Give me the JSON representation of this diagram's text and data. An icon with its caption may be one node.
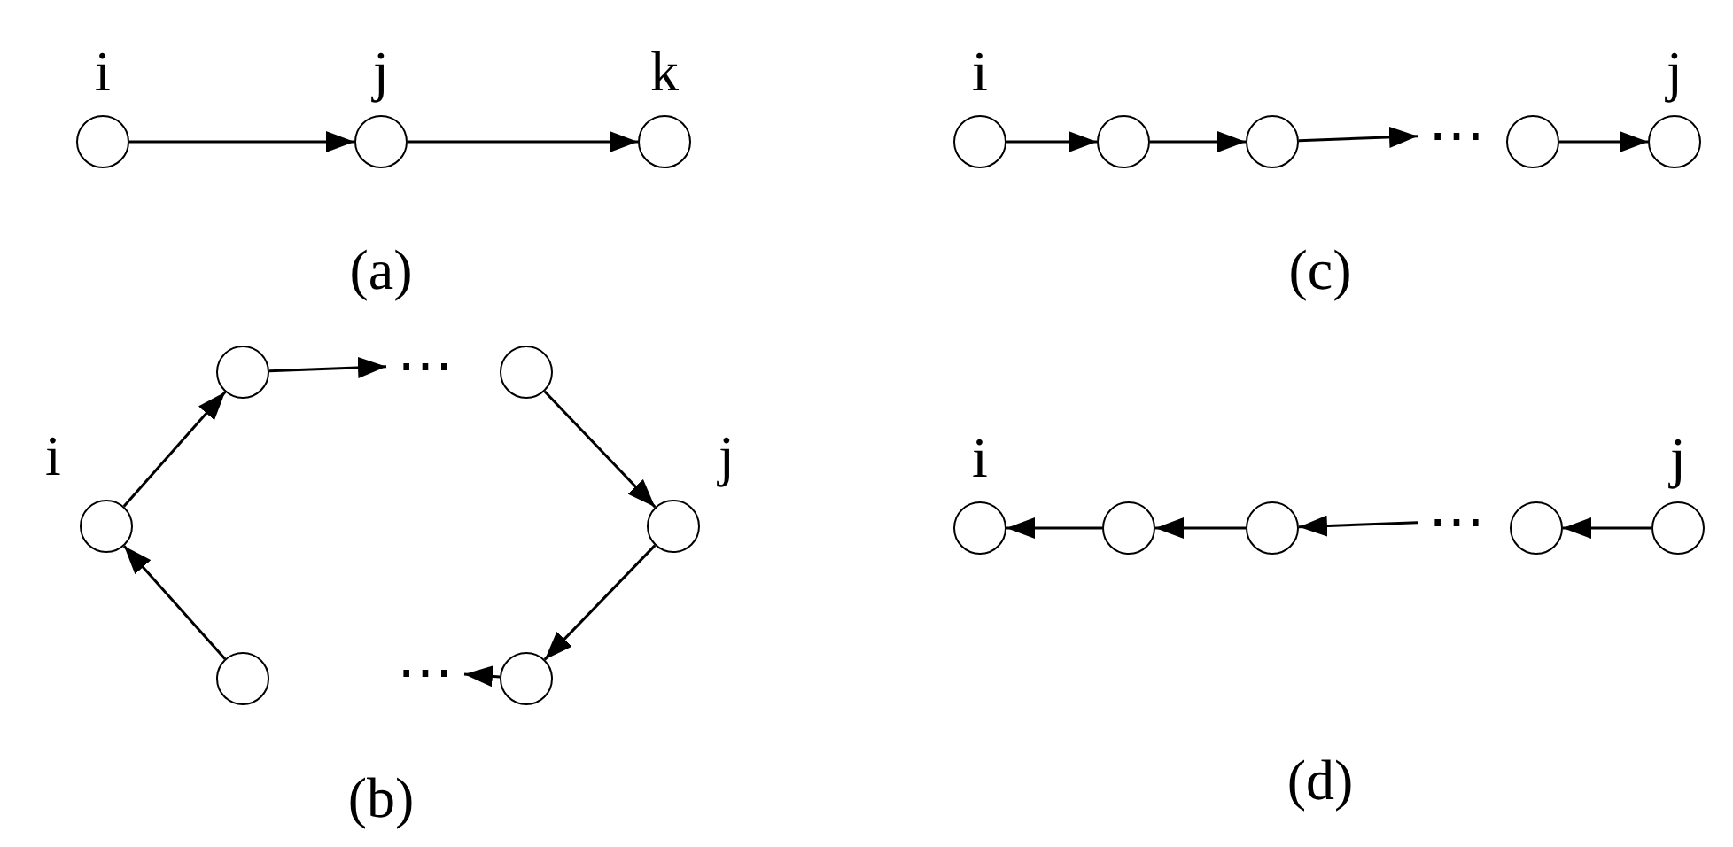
{
  "diagram": {
    "nodes": [
      {
        "text": [],
        "shape": "circle",
        "beside": [
          "i"
        ]
      },
      {
        "text": [],
        "shape": "circle",
        "beside": [
          "j"
        ]
      },
      {
        "text": [],
        "shape": "circle",
        "beside": [
          "k"
        ]
      },
      {
        "text": [],
        "shape": "circle",
        "beside": [
          "i"
        ]
      },
      {
        "text": [],
        "shape": "circle"
      },
      {
        "text": [],
        "shape": "circle"
      },
      {
        "text": [
          "⋯"
        ]
      },
      {
        "text": [],
        "shape": "circle"
      },
      {
        "text": [],
        "shape": "circle",
        "beside": [
          "j"
        ]
      },
      {
        "text": [],
        "shape": "circle"
      },
      {
        "text": [
          "⋯"
        ]
      },
      {
        "text": [],
        "shape": "circle"
      },
      {
        "text": [],
        "shape": "circle",
        "beside": [
          "i"
        ]
      },
      {
        "text": [],
        "shape": "circle",
        "beside": [
          "j"
        ]
      },
      {
        "text": [],
        "shape": "circle"
      },
      {
        "text": [
          "⋯"
        ]
      },
      {
        "text": [],
        "shape": "circle"
      },
      {
        "text": [],
        "shape": "circle",
        "beside": [
          "i"
        ]
      },
      {
        "text": [],
        "shape": "circle"
      },
      {
        "text": [],
        "shape": "circle"
      },
      {
        "text": [
          "⋯"
        ]
      },
      {
        "text": [],
        "shape": "circle"
      },
      {
        "text": [],
        "shape": "circle",
        "beside": [
          "j"
        ]
      }
    ],
    "edges": [
      {
        "from": 0,
        "to": 1,
        "arrow": "to"
      },
      {
        "from": 1,
        "to": 2,
        "arrow": "to"
      },
      {
        "from": 3,
        "to": 4,
        "arrow": "to"
      },
      {
        "from": 4,
        "to": 5,
        "arrow": "to"
      },
      {
        "from": 5,
        "to": 6,
        "arrow": "to"
      },
      {
        "from": 7,
        "to": 8,
        "arrow": "to"
      },
      {
        "from": 12,
        "to": 9,
        "arrow": "to"
      },
      {
        "from": 9,
        "to": 10,
        "arrow": "to"
      },
      {
        "from": 11,
        "to": 13,
        "arrow": "to"
      },
      {
        "from": 13,
        "to": 16,
        "arrow": "to"
      },
      {
        "from": 16,
        "to": 15,
        "arrow": "to"
      },
      {
        "from": 14,
        "to": 12,
        "arrow": "to"
      },
      {
        "from": 22,
        "to": 21,
        "arrow": "to"
      },
      {
        "from": 20,
        "to": 19,
        "arrow": "to"
      },
      {
        "from": 19,
        "to": 18,
        "arrow": "to"
      },
      {
        "from": 18,
        "to": 17,
        "arrow": "to"
      }
    ],
    "labels": [
      "(a)",
      "(c)",
      "(b)",
      "(d)"
    ]
  }
}
